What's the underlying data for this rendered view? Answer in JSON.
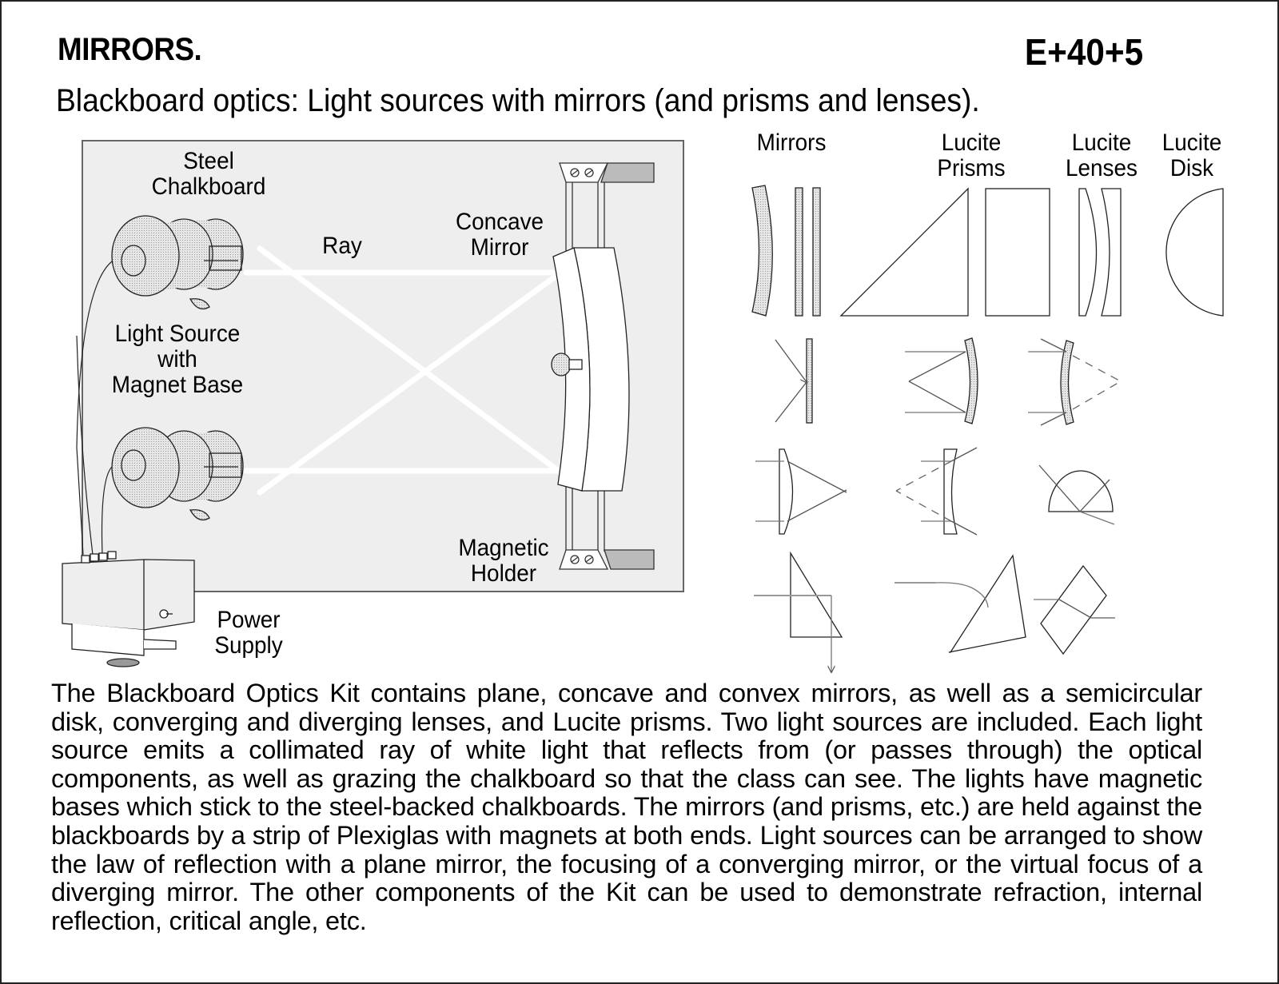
{
  "header": {
    "title": "MIRRORS.",
    "code": "E+40+5",
    "subtitle": "Blackboard optics: Light sources with mirrors (and prisms and lenses)."
  },
  "setup_diagram": {
    "labels": {
      "chalkboard_l1": "Steel",
      "chalkboard_l2": "Chalkboard",
      "ray": "Ray",
      "mirror_l1": "Concave",
      "mirror_l2": "Mirror",
      "source_l1": "Light Source",
      "source_l2": "with",
      "source_l3": "Magnet Base",
      "holder_l1": "Magnetic",
      "holder_l2": "Holder",
      "power_l1": "Power",
      "power_l2": "Supply"
    },
    "colors": {
      "board": "#eeeeee",
      "ray": "#ffffff",
      "holder_bar": "#bbbbbb",
      "stipple": "#d8d8d8"
    }
  },
  "components": {
    "headers": {
      "mirrors": "Mirrors",
      "prisms_l1": "Lucite",
      "prisms_l2": "Prisms",
      "lenses_l1": "Lucite",
      "lenses_l2": "Lenses",
      "disk_l1": "Lucite",
      "disk_l2": "Disk"
    },
    "demos": [
      "plane-mirror-reflection",
      "concave-mirror-focus",
      "convex-mirror-virtual-focus",
      "converging-lens",
      "diverging-lens",
      "semicircular-disk-refraction",
      "right-prism-total-internal-reflection",
      "prism-refraction",
      "rhombus-block-displacement"
    ]
  },
  "description": "The Blackboard Optics Kit contains plane, concave and convex mirrors, as well as a semicircular disk, converging and diverging lenses, and Lucite prisms. Two light sources are included. Each light source emits a collimated ray of white light that reflects from (or passes through) the optical components, as well as grazing the chalkboard so that the class can see. The lights have magnetic bases which stick to the steel-backed chalkboards. The mirrors (and prisms, etc.) are held against the blackboards by a strip of Plexiglas with magnets at both ends. Light sources can be arranged to show the law of reflection with a plane mirror, the focusing of a converging mirror, or the virtual focus of a diverging mirror. The other components of the Kit can be used to demonstrate  refraction, internal reflection, critical angle, etc."
}
